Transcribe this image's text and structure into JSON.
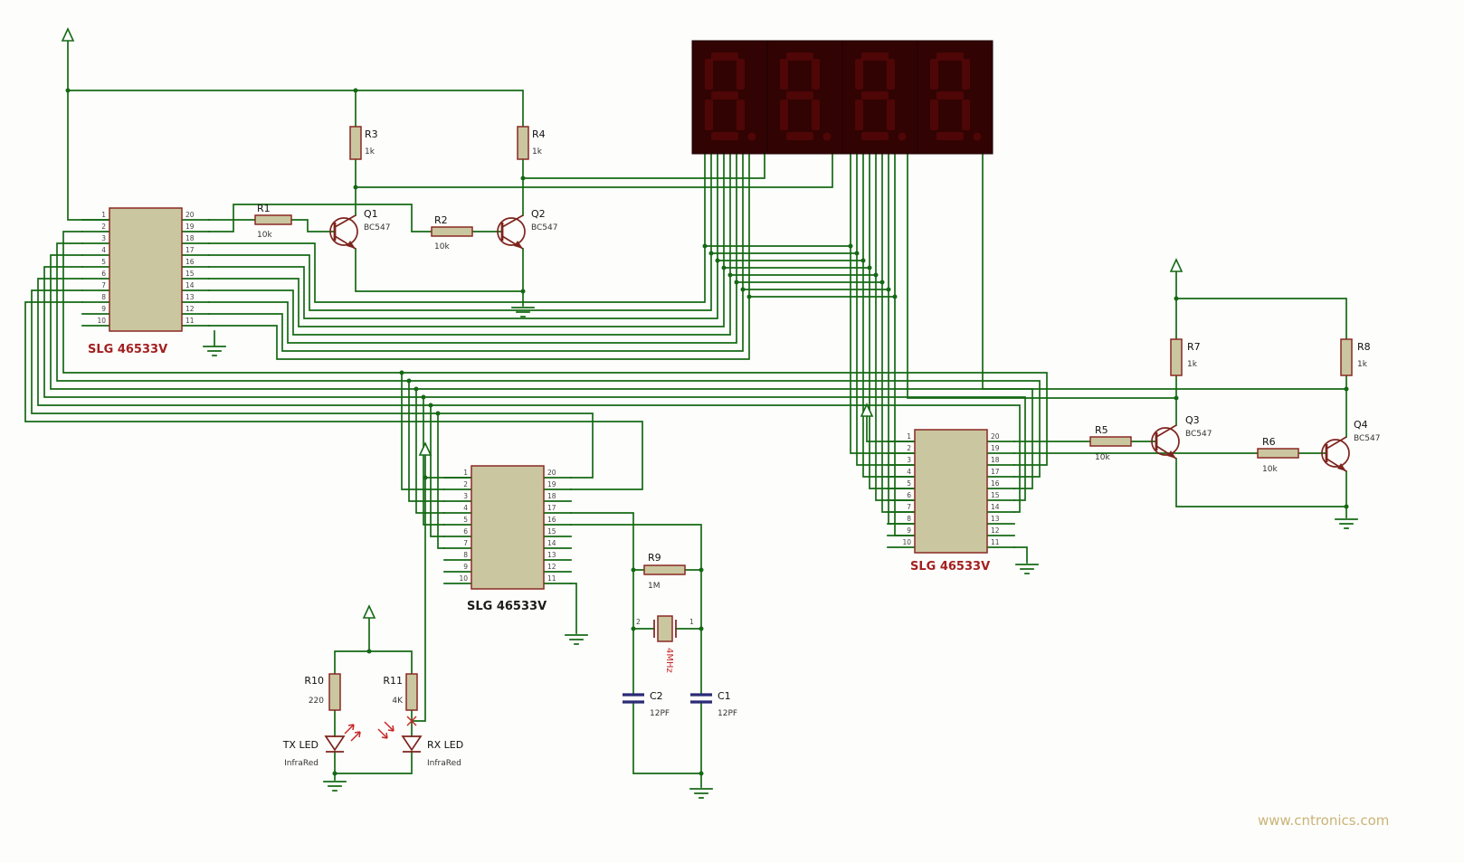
{
  "schematic": {
    "watermark": "www.cntronics.com",
    "colors": {
      "wire": "#156915",
      "component_fill": "#cac6a0",
      "component_outline": "#8a2a22",
      "ic_label_red": "#a32020",
      "display_background": "#2d0202",
      "display_segment": "#4f0606",
      "watermark": "#c9b478"
    },
    "ics": [
      {
        "label": "SLG 46533V",
        "left_pins": [
          "1",
          "2",
          "3",
          "4",
          "5",
          "6",
          "7",
          "8",
          "9",
          "10"
        ],
        "right_pins": [
          "20",
          "19",
          "18",
          "17",
          "16",
          "15",
          "14",
          "13",
          "12",
          "11"
        ]
      },
      {
        "label": "SLG 46533V",
        "left_pins": [
          "1",
          "2",
          "3",
          "4",
          "5",
          "6",
          "7",
          "8",
          "9",
          "10"
        ],
        "right_pins": [
          "20",
          "19",
          "18",
          "17",
          "16",
          "15",
          "14",
          "13",
          "12",
          "11"
        ]
      },
      {
        "label": "SLG 46533V",
        "left_pins": [
          "1",
          "2",
          "3",
          "4",
          "5",
          "6",
          "7",
          "8",
          "9",
          "10"
        ],
        "right_pins": [
          "20",
          "19",
          "18",
          "17",
          "16",
          "15",
          "14",
          "13",
          "12",
          "11"
        ]
      }
    ],
    "resistors": [
      {
        "ref": "R1",
        "value": "10k"
      },
      {
        "ref": "R2",
        "value": "10k"
      },
      {
        "ref": "R3",
        "value": "1k"
      },
      {
        "ref": "R4",
        "value": "1k"
      },
      {
        "ref": "R5",
        "value": "10k"
      },
      {
        "ref": "R6",
        "value": "10k"
      },
      {
        "ref": "R7",
        "value": "1k"
      },
      {
        "ref": "R8",
        "value": "1k"
      },
      {
        "ref": "R9",
        "value": "1M"
      },
      {
        "ref": "R10",
        "value": "220"
      },
      {
        "ref": "R11",
        "value": "4K"
      }
    ],
    "transistors": [
      {
        "ref": "Q1",
        "part": "BC547"
      },
      {
        "ref": "Q2",
        "part": "BC547"
      },
      {
        "ref": "Q3",
        "part": "BC547"
      },
      {
        "ref": "Q4",
        "part": "BC547"
      }
    ],
    "capacitors": [
      {
        "ref": "C1",
        "value": "12PF"
      },
      {
        "ref": "C2",
        "value": "12PF"
      }
    ],
    "crystal": {
      "value": "4MHz",
      "left_pin": "2",
      "right_pin": "1"
    },
    "leds": [
      {
        "ref": "TX LED",
        "type": "InfraRed"
      },
      {
        "ref": "RX LED",
        "type": "InfraRed"
      }
    ],
    "display": {
      "digits": 4,
      "value": "8.8.8.8."
    }
  }
}
